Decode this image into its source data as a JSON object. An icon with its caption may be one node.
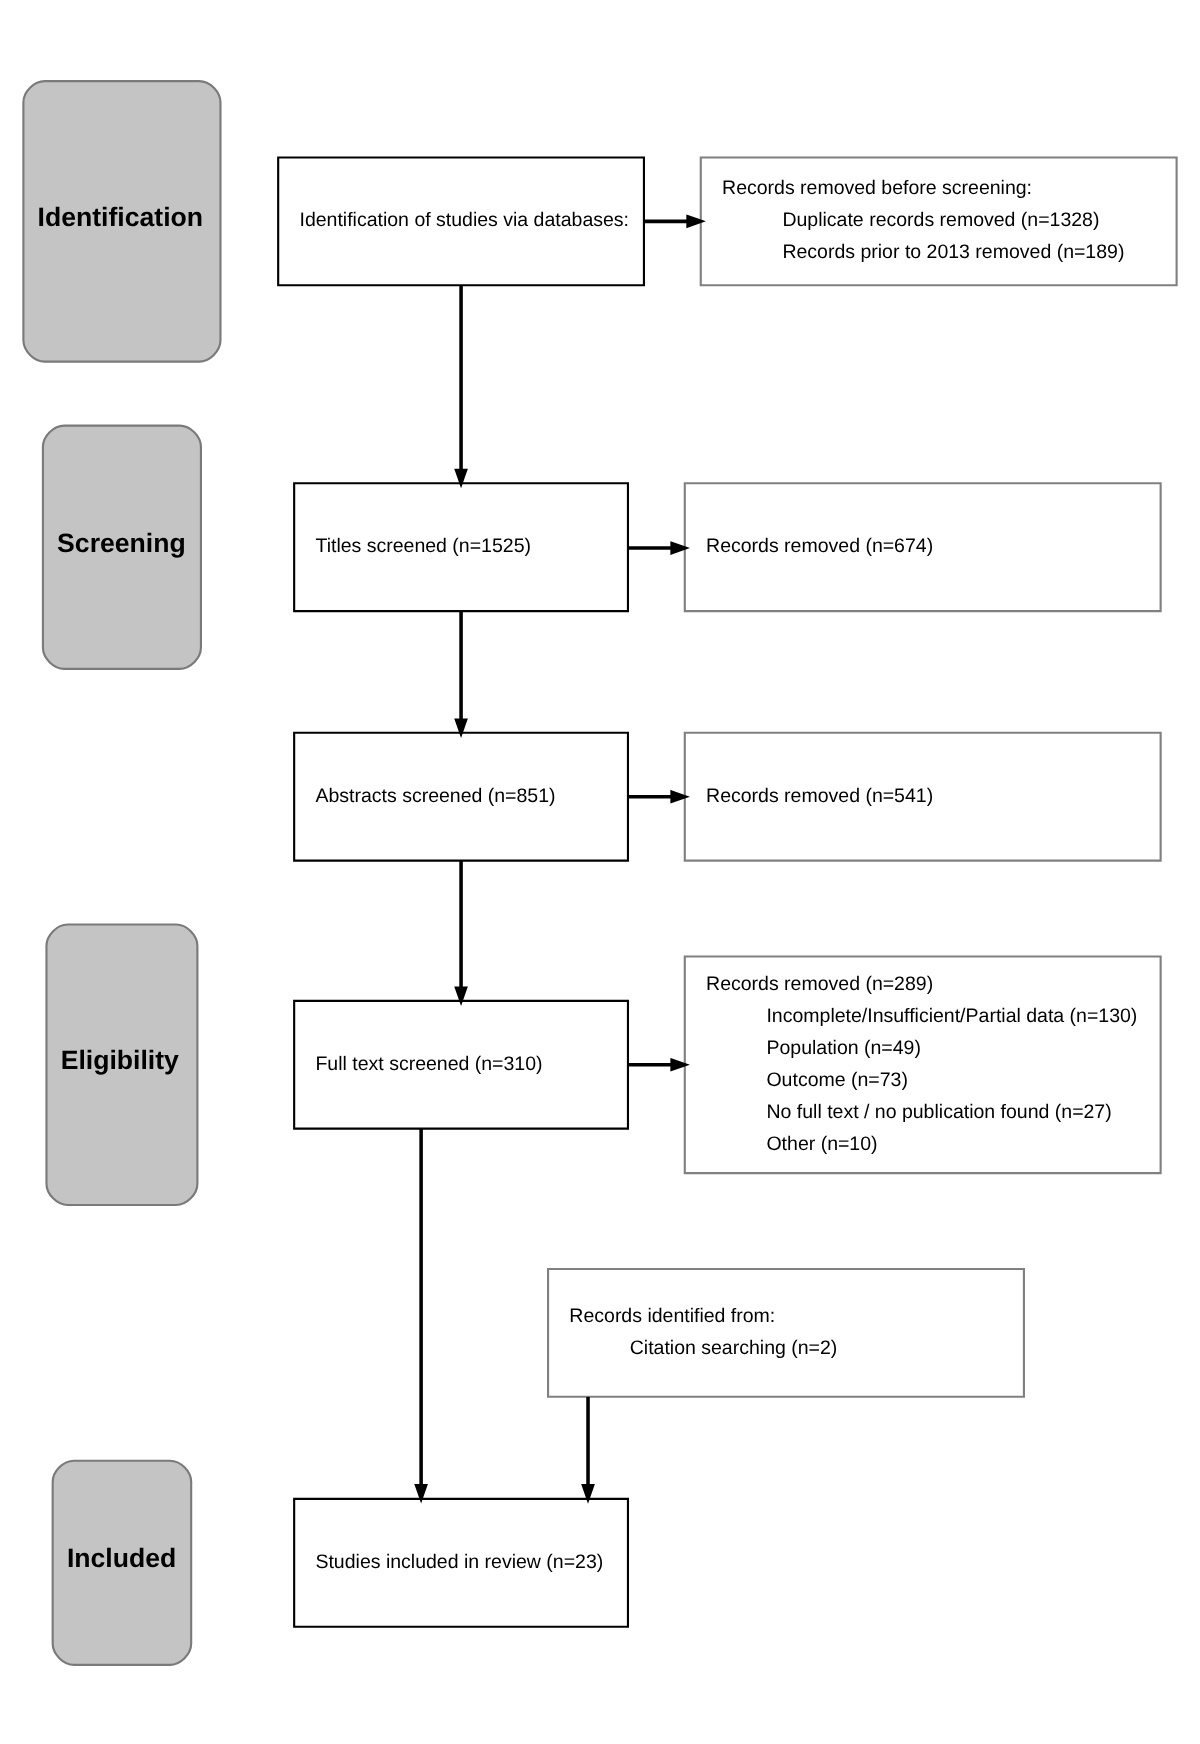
{
  "diagram": {
    "nodes": [
      {
        "text": [
          "Identification"
        ]
      },
      {
        "text": [
          "Identification of studies via databases:"
        ]
      },
      {
        "text": [
          "Records removed before screening:",
          "Duplicate records removed (n=1328)",
          "Records prior to 2013 removed (n=189)"
        ]
      },
      {
        "text": [
          "Screening"
        ]
      },
      {
        "text": [
          "Titles screened (n=1525)"
        ]
      },
      {
        "text": [
          "Records removed (n=674)"
        ]
      },
      {
        "text": [
          "Abstracts screened (n=851)"
        ]
      },
      {
        "text": [
          "Records removed (n=541)"
        ]
      },
      {
        "text": [
          "Eligibility"
        ]
      },
      {
        "text": [
          "Full text screened (n=310)"
        ]
      },
      {
        "text": [
          "Records removed (n=289)",
          "Incomplete/Insufficient/Partial data (n=130)",
          "Population (n=49)",
          "Outcome (n=73)",
          "No full text / no publication found (n=27)",
          "Other (n=10)"
        ]
      },
      {
        "text": [
          "Included"
        ]
      },
      {
        "text": [
          "Records identified from:",
          "Citation searching (n=2)"
        ]
      },
      {
        "text": [
          "Studies included in review (n=23)"
        ]
      }
    ],
    "edges": [
      {
        "from": 1,
        "to": 4,
        "arrow": "to"
      },
      {
        "from": 1,
        "to": 2,
        "arrow": "to"
      },
      {
        "from": 4,
        "to": 6,
        "arrow": "to"
      },
      {
        "from": 4,
        "to": 5,
        "arrow": "to"
      },
      {
        "from": 6,
        "to": 9,
        "arrow": "to"
      },
      {
        "from": 6,
        "to": 7,
        "arrow": "to"
      },
      {
        "from": 9,
        "to": 13,
        "arrow": "to"
      },
      {
        "from": 9,
        "to": 10,
        "arrow": "to"
      },
      {
        "from": 12,
        "to": 13,
        "arrow": "to"
      }
    ]
  }
}
